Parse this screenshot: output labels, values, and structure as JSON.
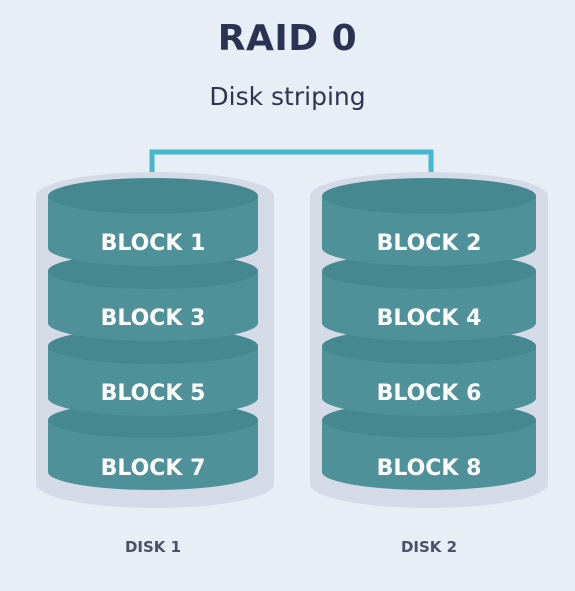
{
  "title": "RAID 0",
  "subtitle": "Disk striping",
  "colors": {
    "background": "#e8eef6",
    "disk_outline": "#d5dbe6",
    "platter_side": "#4f9199",
    "platter_top": "#468890",
    "platter_shadow": "#3c7a82",
    "connector": "#45b7cf",
    "title_text": "#2b3352"
  },
  "disks": [
    {
      "label": "DISK 1",
      "blocks": [
        "BLOCK 1",
        "BLOCK 3",
        "BLOCK 5",
        "BLOCK 7"
      ]
    },
    {
      "label": "DISK 2",
      "blocks": [
        "BLOCK 2",
        "BLOCK 4",
        "BLOCK 6",
        "BLOCK 8"
      ]
    }
  ]
}
